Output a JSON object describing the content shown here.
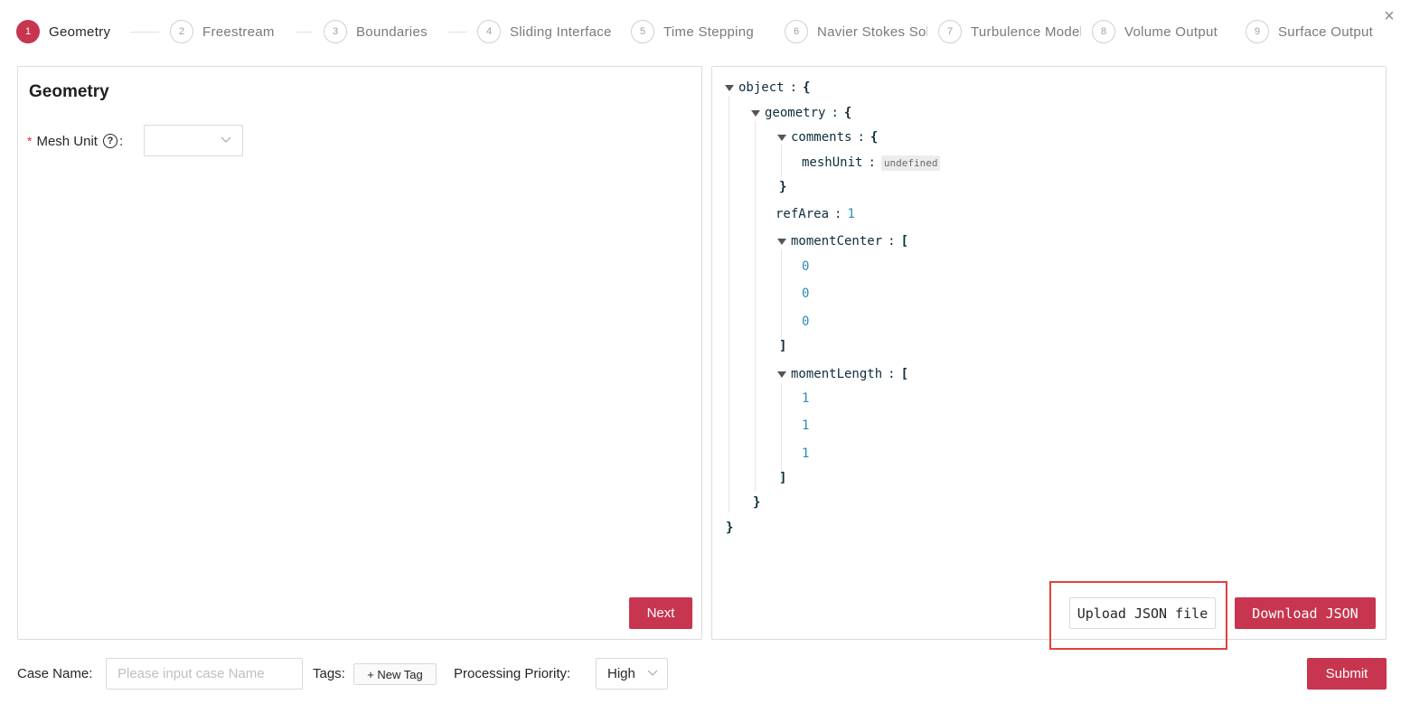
{
  "steps": [
    {
      "num": "1",
      "label": "Geometry"
    },
    {
      "num": "2",
      "label": "Freestream"
    },
    {
      "num": "3",
      "label": "Boundaries"
    },
    {
      "num": "4",
      "label": "Sliding Interface"
    },
    {
      "num": "5",
      "label": "Time Stepping"
    },
    {
      "num": "6",
      "label": "Navier Stokes Solver"
    },
    {
      "num": "7",
      "label": "Turbulence Model"
    },
    {
      "num": "8",
      "label": "Volume Output"
    },
    {
      "num": "9",
      "label": "Surface Output"
    }
  ],
  "active_step": 1,
  "close_icon": "×",
  "form": {
    "title": "Geometry",
    "required_mark": "*",
    "mesh_unit_label": "Mesh Unit",
    "help_icon": "?",
    "colon": ":",
    "mesh_unit_value": "",
    "next_label": "Next"
  },
  "json_view": {
    "root_key": "object",
    "geometry_key": "geometry",
    "comments_key": "comments",
    "mesh_unit_key": "meshUnit",
    "mesh_unit_value": "undefined",
    "ref_area_key": "refArea",
    "ref_area_value": "1",
    "moment_center_key": "momentCenter",
    "moment_center": [
      "0",
      "0",
      "0"
    ],
    "moment_length_key": "momentLength",
    "moment_length": [
      "1",
      "1",
      "1"
    ],
    "sep": ":",
    "open_obj": "{",
    "close_obj": "}",
    "open_arr": "[",
    "close_arr": "]"
  },
  "actions": {
    "upload_label": "Upload JSON file",
    "download_label": "Download JSON"
  },
  "bottom": {
    "case_name_label": "Case Name:",
    "case_name_placeholder": "Please input case Name",
    "tags_label": "Tags:",
    "new_tag_label": "+ New Tag",
    "priority_label": "Processing Priority:",
    "priority_value": "High",
    "submit_label": "Submit"
  },
  "colors": {
    "accent": "#c8354e",
    "highlight_box": "#e0413e",
    "json_number": "#2b8bb8"
  }
}
